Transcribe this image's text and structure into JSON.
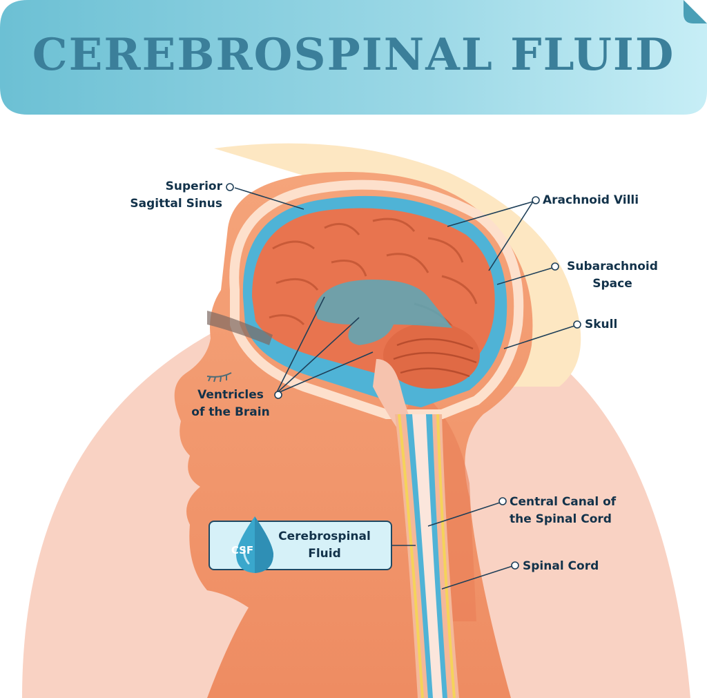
{
  "title": "CEREBROSPINAL FLUID",
  "labels": {
    "superior_sagittal_sinus": [
      "Superior",
      "Sagittal Sinus"
    ],
    "arachnoid_villi": "Arachnoid Villi",
    "subarachnoid_space": [
      "Subarachnoid",
      "Space"
    ],
    "skull": "Skull",
    "ventricles": [
      "Ventricles",
      "of the Brain"
    ],
    "central_canal": [
      "Central Canal of",
      "the Spinal Cord"
    ],
    "spinal_cord": "Spinal Cord"
  },
  "csf_box": {
    "icon_text": "CSF",
    "label": [
      "Cerebrospinal",
      "Fluid"
    ]
  },
  "colors": {
    "banner": "#7ccbdc",
    "title": "#3b7f9a",
    "skin": "#f0936a",
    "brain": "#e8744f",
    "csf": "#3aa7cc",
    "label": "#12324a"
  }
}
